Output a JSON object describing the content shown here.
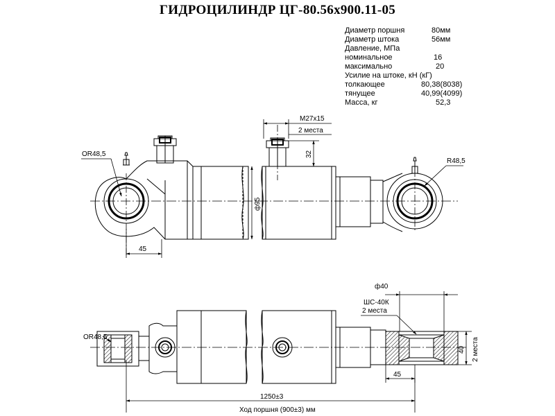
{
  "title": "ГИДРОЦИЛИНДР ЦГ-80.56х900.11-05",
  "specs": [
    {
      "label": "Диаметр поршня",
      "value": "80мм"
    },
    {
      "label": "Диаметр штока",
      "value": "56мм"
    },
    {
      "label": "Давление, МПа",
      "value": ""
    },
    {
      "label": "номинальное",
      "value": "16"
    },
    {
      "label": "максимально",
      "value": "20"
    },
    {
      "label": "Усилие на штоке, кН (кГ)",
      "value": ""
    },
    {
      "label": "толкающее",
      "value": "80,38(8038)"
    },
    {
      "label": "тянущее",
      "value": "40,99(4099)"
    },
    {
      "label": "Масса, кг",
      "value": "52,3"
    }
  ],
  "dims": {
    "r_left": "ОR48,5",
    "r_right": "R48,5",
    "port_thread": "М27х15",
    "port_count": "2 места",
    "port_height": "32",
    "body_dia": "ф95",
    "left_offset": "45",
    "pin_dia": "ф40",
    "bushing": "ШС-40К",
    "bushing_count": "2 места",
    "eye_width": "40",
    "eye_width_count": "2 места",
    "right_offset": "45",
    "length": "1250±3",
    "stroke": "Ход поршня (900±3) мм"
  }
}
